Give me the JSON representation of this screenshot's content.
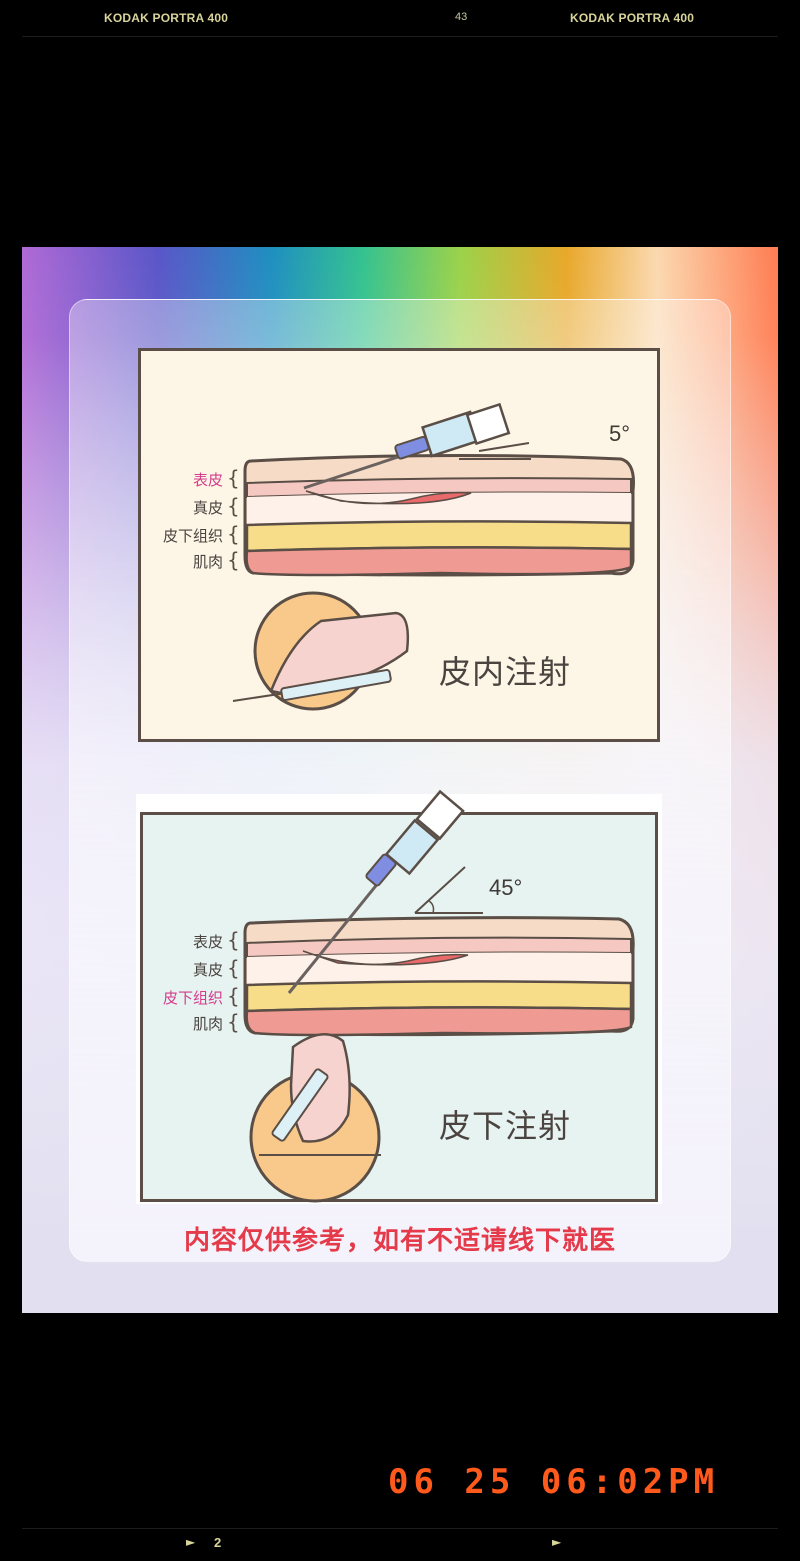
{
  "film_strip": {
    "top_left_label": "KODAK PORTRA 400",
    "top_frame_number": "43",
    "top_right_label": "KODAK PORTRA 400",
    "date_stamp": "06 25 06:02PM",
    "bottom_frame_marker": "2",
    "arrow_icon": "►"
  },
  "diagram": {
    "panels": [
      {
        "title": "皮内注射",
        "angle": "5°",
        "layers": [
          {
            "label": "表皮",
            "highlighted": true
          },
          {
            "label": "真皮",
            "highlighted": false
          },
          {
            "label": "皮下组织",
            "highlighted": false
          },
          {
            "label": "肌肉",
            "highlighted": false
          }
        ],
        "background": "#fdf6e6"
      },
      {
        "title": "皮下注射",
        "angle": "45°",
        "layers": [
          {
            "label": "表皮",
            "highlighted": false
          },
          {
            "label": "真皮",
            "highlighted": false
          },
          {
            "label": "皮下组织",
            "highlighted": true
          },
          {
            "label": "肌肉",
            "highlighted": false
          }
        ],
        "background": "#e6f3f1"
      }
    ],
    "disclaimer": "内容仅供参考，如有不适请线下就医",
    "colors": {
      "highlight": "#d43c8c",
      "disclaimer": "#e43a4a",
      "epidermis": "#f6dcc6",
      "dermis_top": "#f5c9c2",
      "dermis": "#fdf1ea",
      "subcutaneous": "#f7dd8a",
      "muscle": "#ef9a92",
      "outline": "#5a4e46"
    }
  }
}
